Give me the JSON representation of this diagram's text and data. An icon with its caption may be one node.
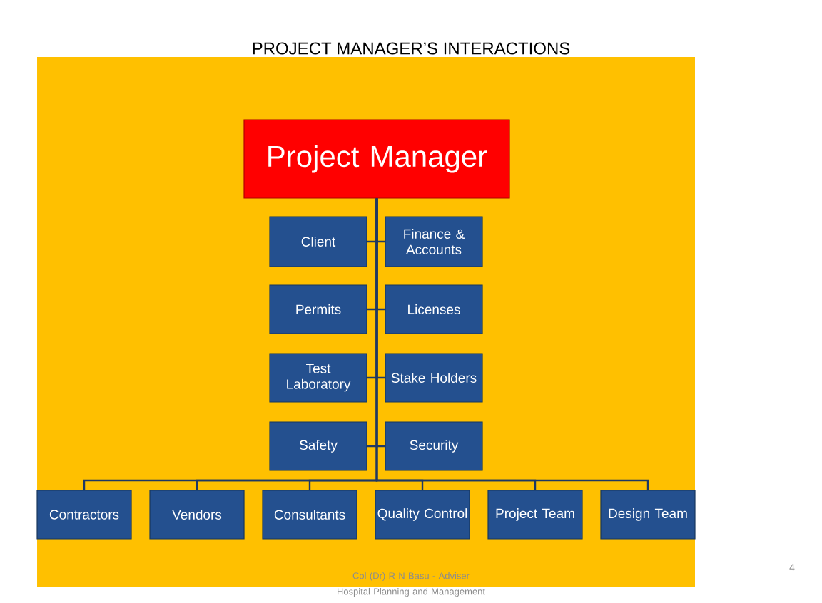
{
  "diagram": {
    "title": "PROJECT MANAGER’S INTERACTIONS",
    "nodes": [
      {
        "text": [
          "Project Manager"
        ]
      },
      {
        "text": [
          "Client"
        ]
      },
      {
        "text": [
          "Finance & Accounts"
        ]
      },
      {
        "text": [
          "Permits"
        ]
      },
      {
        "text": [
          "Licenses"
        ]
      },
      {
        "text": [
          "Test Laboratory"
        ]
      },
      {
        "text": [
          "Stake Holders"
        ]
      },
      {
        "text": [
          "Safety"
        ]
      },
      {
        "text": [
          "Security"
        ]
      },
      {
        "text": [
          "Contractors"
        ]
      },
      {
        "text": [
          "Vendors"
        ]
      },
      {
        "text": [
          "Consultants"
        ]
      },
      {
        "text": [
          "Quality Control"
        ]
      },
      {
        "text": [
          "Project Team"
        ]
      },
      {
        "text": [
          "Design Team"
        ]
      }
    ],
    "edges": [
      {
        "from": 0,
        "to": 1,
        "arrow": "none"
      },
      {
        "from": 0,
        "to": 2,
        "arrow": "none"
      },
      {
        "from": 0,
        "to": 3,
        "arrow": "none"
      },
      {
        "from": 0,
        "to": 4,
        "arrow": "none"
      },
      {
        "from": 0,
        "to": 5,
        "arrow": "none"
      },
      {
        "from": 0,
        "to": 6,
        "arrow": "none"
      },
      {
        "from": 0,
        "to": 7,
        "arrow": "none"
      },
      {
        "from": 0,
        "to": 8,
        "arrow": "none"
      },
      {
        "from": 0,
        "to": 9,
        "arrow": "none"
      },
      {
        "from": 0,
        "to": 10,
        "arrow": "none"
      },
      {
        "from": 0,
        "to": 11,
        "arrow": "none"
      },
      {
        "from": 0,
        "to": 12,
        "arrow": "none"
      },
      {
        "from": 0,
        "to": 13,
        "arrow": "none"
      },
      {
        "from": 0,
        "to": 14,
        "arrow": "none"
      }
    ],
    "labels": [
      "Col (Dr) R N Basu - Adviser Hospital Planning and Management",
      "4"
    ]
  }
}
